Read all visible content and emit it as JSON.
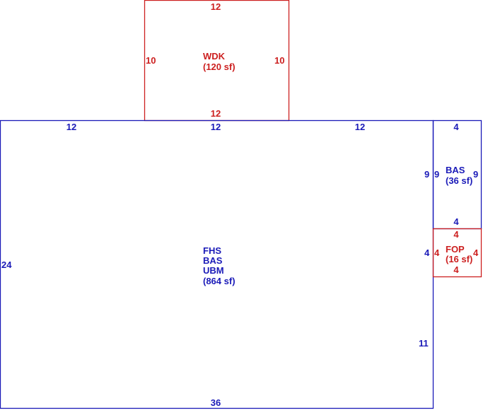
{
  "colors": {
    "blue": "#1a1ab8",
    "red": "#cc1f1f"
  },
  "wdk": {
    "top": "12",
    "bottom": "12",
    "left": "10",
    "right": "10",
    "name": "WDK",
    "area": "(120 sf)"
  },
  "main": {
    "top_left": "12",
    "top_mid": "12",
    "top_right": "12",
    "left": "24",
    "bottom": "36",
    "right_upper": "9",
    "right_mid": "4",
    "right_lower": "11",
    "line1": "FHS",
    "line2": "BAS",
    "line3": "UBM",
    "area": "(864 sf)"
  },
  "bas_small": {
    "top": "4",
    "bottom": "4",
    "left": "9",
    "right": "9",
    "name": "BAS",
    "area": "(36 sf)"
  },
  "fop": {
    "top": "4",
    "bottom": "4",
    "left": "4",
    "right": "4",
    "name": "FOP",
    "area": "(16 sf)"
  }
}
